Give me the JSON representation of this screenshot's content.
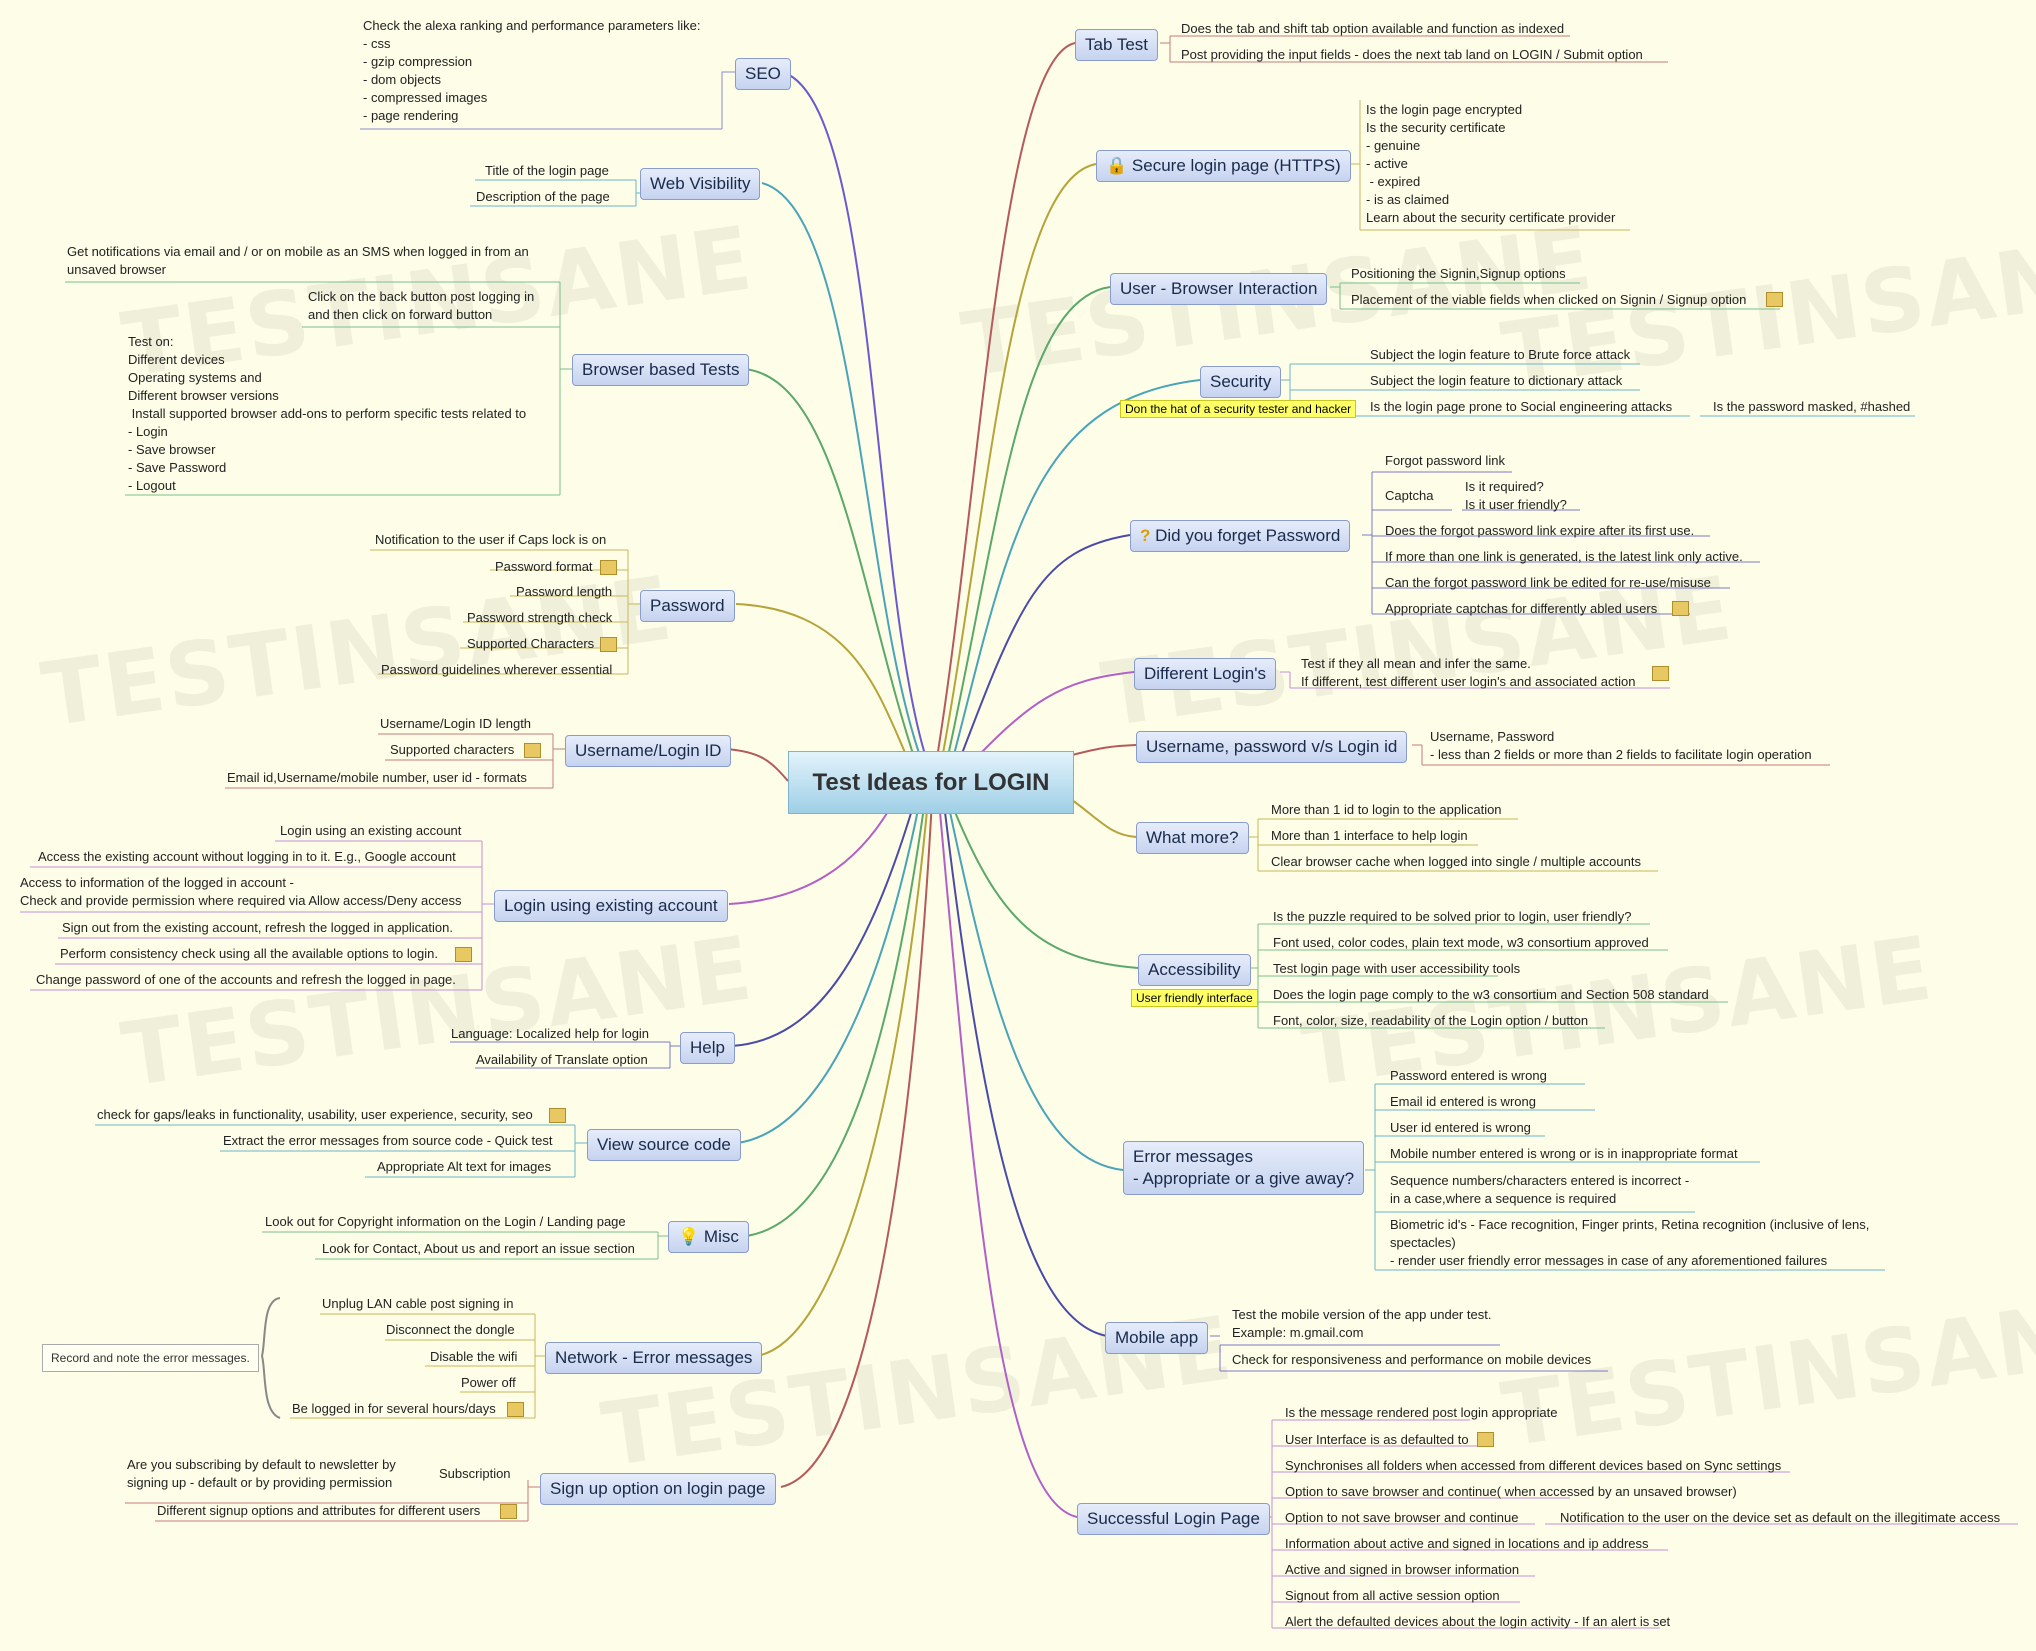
{
  "title": "Test Ideas for LOGIN",
  "watermark": "TESTINSANE",
  "topics": {
    "seo": "SEO",
    "web_visibility": "Web Visibility",
    "browser_tests": "Browser based Tests",
    "password": "Password",
    "username_login_id": "Username/Login ID",
    "existing_account": "Login using existing account",
    "help": "Help",
    "view_source": "View source code",
    "misc": "Misc",
    "network": "Network - Error messages",
    "signup": "Sign up option on login page",
    "tab_test": "Tab Test",
    "secure_login": "Secure login page (HTTPS)",
    "user_browser": "User - Browser Interaction",
    "security": "Security",
    "forgot_password": "Did you forget Password",
    "different_logins": "Different Login's",
    "user_pass_vs_login": "Username, password v/s Login id",
    "what_more": "What more?",
    "accessibility": "Accessibility",
    "error_messages": "Error messages\n- Appropriate or a give away?",
    "mobile_app": "Mobile app",
    "successful_login": "Successful Login Page"
  },
  "left": {
    "seo": "Check the alexa ranking and performance parameters like:\n- css\n- gzip compression\n- dom objects\n- compressed images\n- page rendering",
    "web_visibility": [
      "Title of the login page",
      "Description of the page"
    ],
    "browser": [
      "Get notifications via email and / or on mobile as an SMS when logged in from an\nunsaved browser",
      "Click on the back button post logging in\nand then click on forward button",
      "Test on:\nDifferent devices\nOperating systems and\nDifferent browser versions\n Install supported browser add-ons to perform specific tests related to\n- Login\n- Save browser\n- Save Password\n- Logout"
    ],
    "password": [
      "Notification to the user if Caps lock is on",
      "Password format",
      "Password length",
      "Password strength check",
      "Supported Characters",
      "Password guidelines wherever essential"
    ],
    "username": [
      "Username/Login ID length",
      "Supported characters",
      "Email id,Username/mobile number, user id - formats"
    ],
    "existing": [
      "Login using an existing account",
      "Access the existing account without logging in to it. E.g., Google account",
      "Access to information of the logged in account -\nCheck and provide permission where required via Allow access/Deny access",
      "Sign out from the existing account, refresh the logged in application.",
      "Perform consistency check using all the available options to login.",
      "Change password of one of the accounts and refresh the logged in page."
    ],
    "help": [
      "Language: Localized help for login",
      "Availability of Translate option"
    ],
    "view_source": [
      "check for gaps/leaks in functionality, usability, user experience, security, seo",
      "Extract the error messages from source code - Quick test",
      "Appropriate Alt text for images"
    ],
    "misc": [
      "Look out for Copyright information on the Login / Landing page",
      "Look for Contact, About us and report an issue section"
    ],
    "network": [
      "Unplug LAN cable post signing in",
      "Disconnect the dongle",
      "Disable the wifi",
      "Power off",
      "Be logged in for several hours/days"
    ],
    "network_callout": "Record and note the error messages.",
    "signup_sub": "Subscription",
    "signup_sub_detail": "Are you subscribing by default to newsletter by\nsigning up - default or by providing permission",
    "signup_other": "Different signup options and attributes for different users"
  },
  "right": {
    "tab": [
      "Does the tab and shift tab option available and function as indexed",
      "Post providing the input fields - does the next tab land on LOGIN / Submit option"
    ],
    "secure": "Is the login page encrypted\nIs the security certificate\n- genuine\n- active\n - expired\n- is as claimed\nLearn about the security certificate provider",
    "user_browser": [
      "Positioning the Signin,Signup options",
      "Placement of the viable fields when clicked on Signin / Signup option"
    ],
    "security": [
      "Subject the login feature to Brute force attack",
      "Subject the login feature to dictionary attack",
      "Is the login page prone to Social engineering attacks"
    ],
    "security_sub": "Is the password masked, #hashed",
    "security_callout": "Don the hat of a security tester and hacker",
    "forgot": [
      "Forgot password link",
      "Captcha",
      "Does the forgot password link expire after its first use.",
      "If more than one link is generated, is the latest link only active.",
      "Can the forgot password link be edited for re-use/misuse",
      "Appropriate captchas for differently abled users"
    ],
    "captcha_sub": "Is it required?\nIs it user friendly?",
    "different": "Test if they all mean and infer the same.\nIf different, test different user login's and associated action",
    "userpass": "Username, Password\n- less than 2 fields or more than 2 fields to facilitate login operation",
    "what_more": [
      "More than 1 id to login to the application",
      "More than 1 interface to help login",
      "Clear browser cache when logged into single / multiple accounts"
    ],
    "accessibility": [
      "Is the puzzle required to be solved prior to login, user friendly?",
      "Font used, color codes, plain text mode, w3 consortium approved",
      "Test login page with user accessibility tools",
      "Does the login page comply to the w3 consortium and Section 508 standard",
      "Font, color, size, readability of the Login option / button"
    ],
    "accessibility_callout": "User friendly interface",
    "errors": [
      "Password entered is wrong",
      "Email id entered is wrong",
      "User id entered is wrong",
      "Mobile number entered is wrong or is in inappropriate format",
      "Sequence numbers/characters entered is incorrect -\nin a case,where a sequence is required",
      "Biometric id's - Face recognition, Finger prints, Retina recognition (inclusive of lens,\nspectacles)\n- render user friendly error messages in case of any aforementioned failures"
    ],
    "mobile": [
      "Test the mobile version of the app under test.\nExample: m.gmail.com",
      "Check for responsiveness and performance on mobile devices"
    ],
    "success": [
      "Is the message rendered post login appropriate",
      "User Interface is as defaulted to",
      "Synchronises all folders when accessed from different devices based on Sync settings",
      "Option to save browser and continue( when accessed by an unsaved browser)",
      "Option to not save browser and continue",
      "Information about active and signed in locations and ip address",
      "Active and signed in browser information",
      "Signout from all active session option",
      "Alert the defaulted devices about the login activity - If an alert is set"
    ],
    "success_sub": "Notification to the user on the device set as default on the illegitimate access"
  }
}
